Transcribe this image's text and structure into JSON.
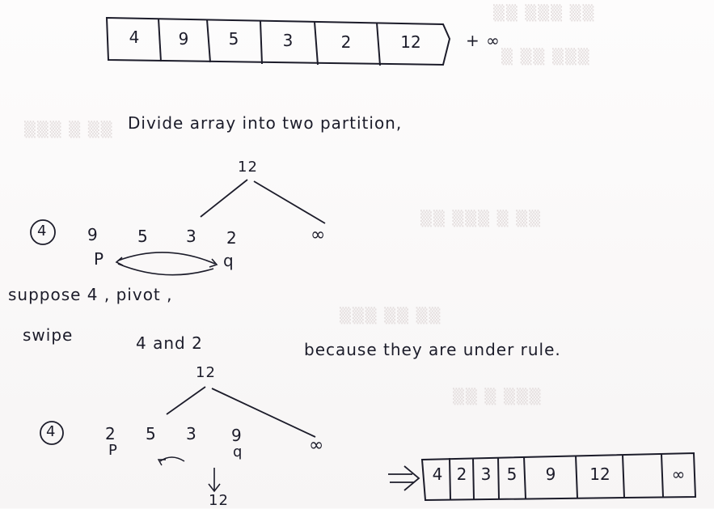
{
  "top_array": {
    "cells": [
      "4",
      "9",
      "5",
      "3",
      "2",
      "12"
    ],
    "suffix": "+ ∞"
  },
  "line1": "Divide array into two partition,",
  "tree1": {
    "root": "12",
    "left_seq": [
      "4",
      "9",
      "5",
      "3",
      "2"
    ],
    "right": "∞",
    "p": "P",
    "q": "q"
  },
  "line2": "suppose 4 , pivot ,",
  "line3": {
    "a": "swipe",
    "b": "4 and 2",
    "c": "because they are under rule."
  },
  "tree2": {
    "root": "12",
    "pivot": "4",
    "seq": [
      "2",
      "5",
      "3",
      "9"
    ],
    "p": "P",
    "q": "q",
    "right": "∞",
    "below": "12"
  },
  "bottom_array": {
    "cells": [
      "4",
      "2",
      "3",
      "5",
      "9",
      "12",
      "∞"
    ]
  }
}
